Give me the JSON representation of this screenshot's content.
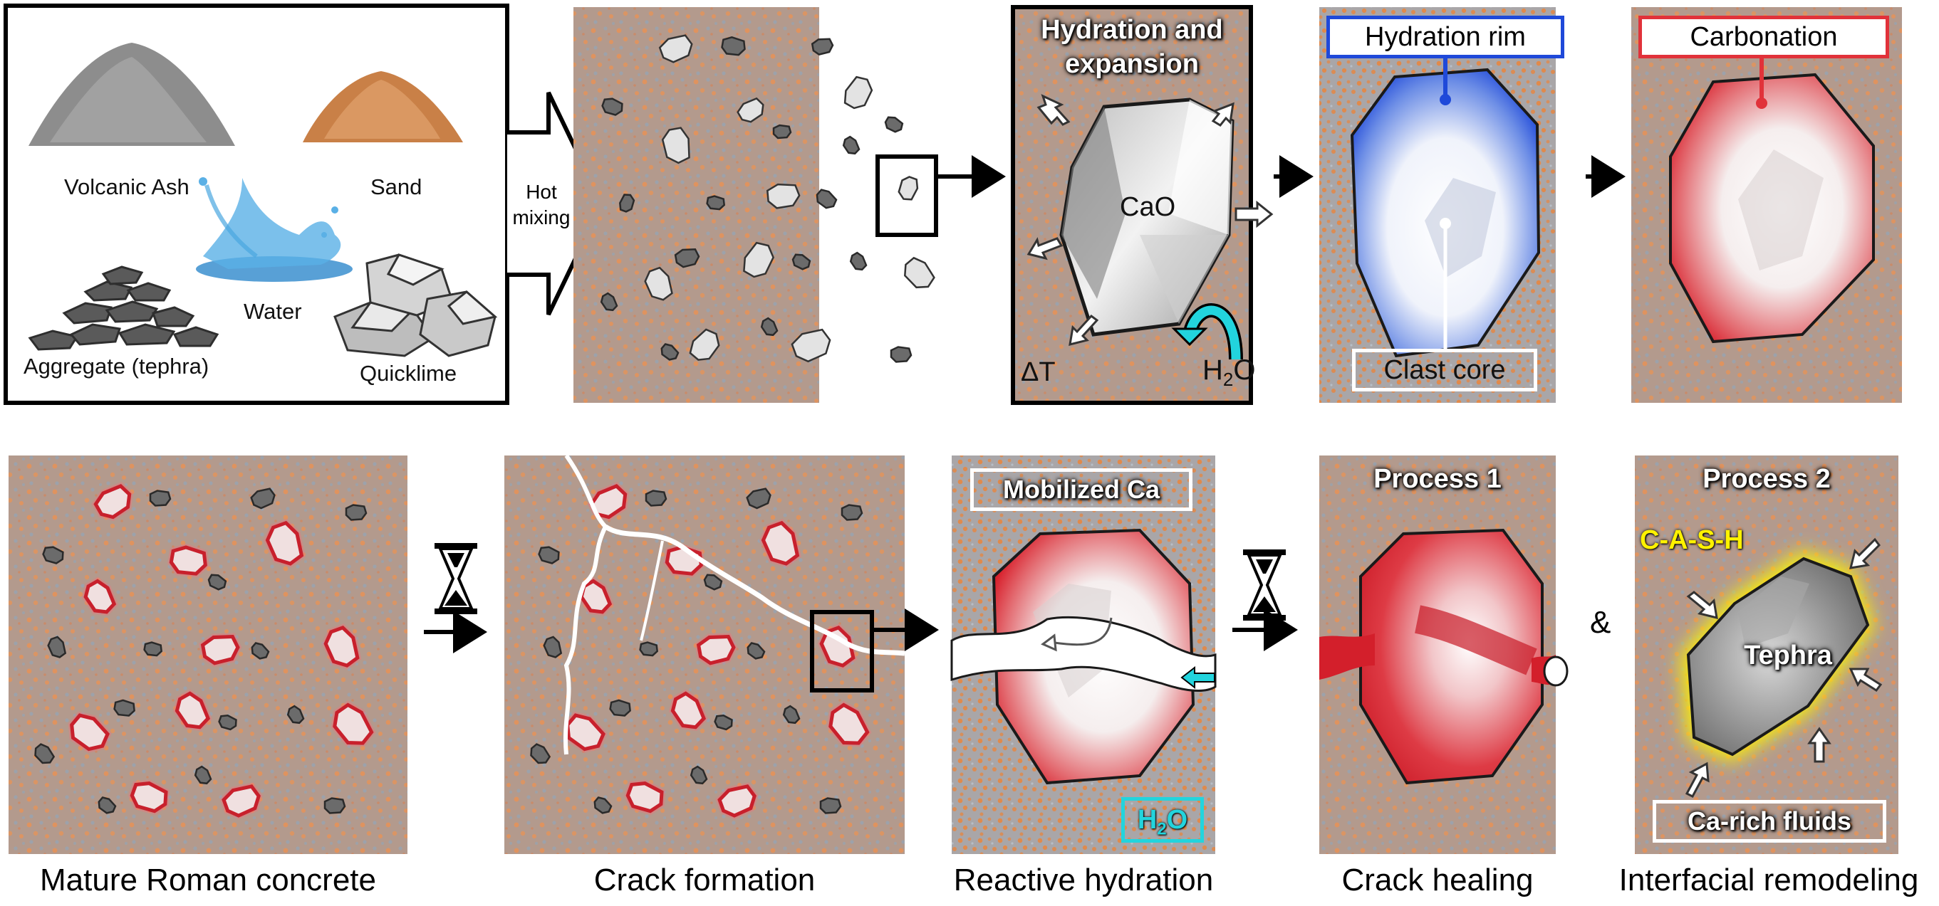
{
  "ingredients": {
    "volcanic_ash": "Volcanic Ash",
    "sand": "Sand",
    "water": "Water",
    "aggregate": "Aggregate (tephra)",
    "quicklime": "Quicklime"
  },
  "arrow_hot_mixing": {
    "line1": "Hot",
    "line2": "mixing"
  },
  "hydration_panel": {
    "title_line1": "Hydration and",
    "title_line2": "expansion",
    "mineral": "CaO",
    "delta_t": "ΔT",
    "water_h": "H",
    "water_sub": "2",
    "water_o": "O"
  },
  "rim_panel": {
    "rim_label": "Hydration rim",
    "core_label": "Clast core"
  },
  "carbonation_panel": {
    "label": "Carbonation"
  },
  "reactive_panel": {
    "label": "Mobilized Ca",
    "water_h": "H",
    "water_sub": "2",
    "water_o": "O"
  },
  "process1_panel": {
    "title": "Process 1"
  },
  "process2_panel": {
    "title": "Process 2",
    "cash": "C-A-S-H",
    "tephra": "Tephra",
    "fluids": "Ca-rich fluids"
  },
  "ampersand": "&",
  "panel_labels": {
    "mature": "Mature Roman concrete",
    "crack_formation": "Crack formation",
    "reactive": "Reactive hydration",
    "healing": "Crack healing",
    "remodeling": "Interfacial remodeling"
  },
  "colors": {
    "matrix": "#b39a8d",
    "speckle_orange": "#e4935a",
    "speckle_gray": "#9aa3ad",
    "rim_blue": "#1f49d9",
    "rim_red": "#e1323a",
    "water_cyan": "#22d4dd",
    "cash_yellow": "#fff200"
  }
}
